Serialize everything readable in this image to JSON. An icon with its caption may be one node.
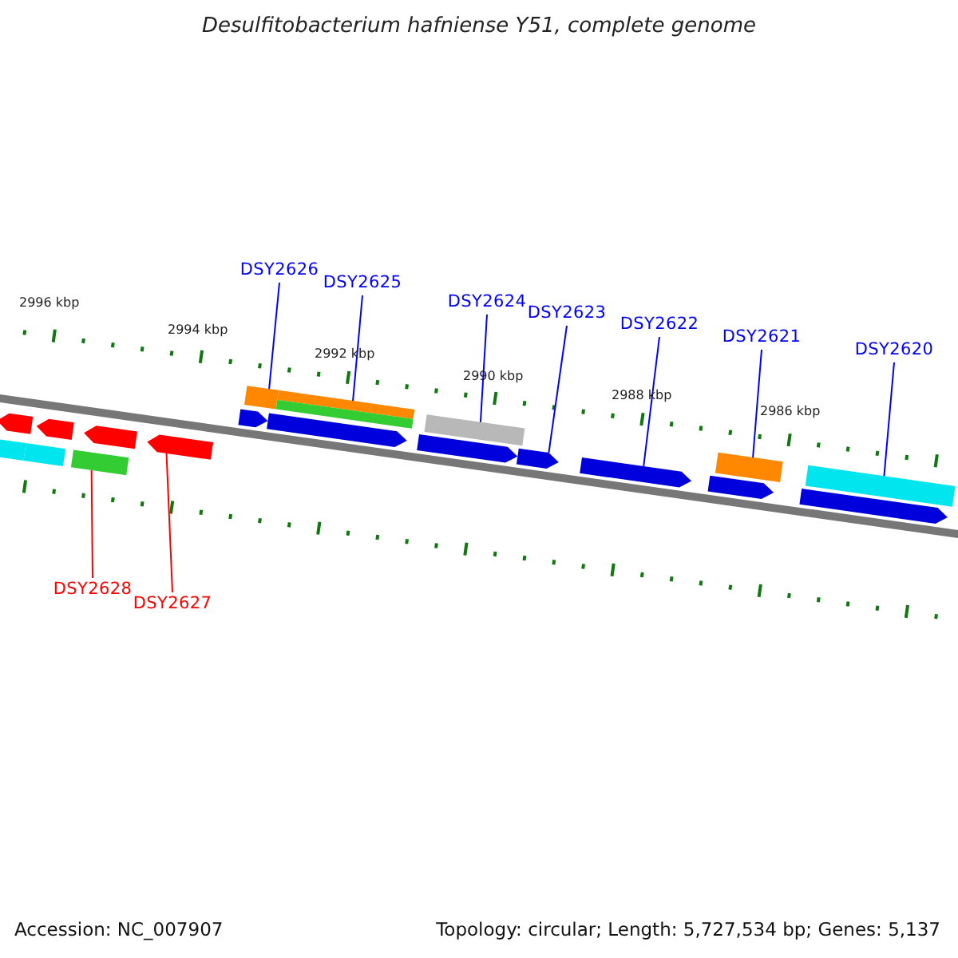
{
  "diagram": {
    "title": "Desulfitobacterium hafniense Y51, complete genome",
    "nodes": [
      {
        "text": [
          "DSY2626"
        ]
      },
      {
        "text": [
          "DSY2625"
        ]
      },
      {
        "text": [
          "DSY2624"
        ]
      },
      {
        "text": [
          "DSY2623"
        ]
      },
      {
        "text": [
          "DSY2622"
        ]
      },
      {
        "text": [
          "DSY2621"
        ]
      },
      {
        "text": [
          "DSY2620"
        ]
      },
      {
        "text": [
          "DSY2628"
        ]
      },
      {
        "text": [
          "DSY2627"
        ]
      },
      {
        "text": [],
        "shape": "bar"
      },
      {
        "text": [],
        "shape": "pentagon"
      },
      {
        "text": [],
        "shape": "bar"
      },
      {
        "text": [],
        "shape": "pentagon"
      },
      {
        "text": [],
        "shape": "bar"
      },
      {
        "text": [],
        "shape": "pentagon"
      },
      {
        "text": [],
        "shape": "pentagon"
      },
      {
        "text": [],
        "shape": "pentagon"
      },
      {
        "text": [],
        "shape": "bar"
      },
      {
        "text": [],
        "shape": "pentagon"
      },
      {
        "text": [],
        "shape": "bar"
      },
      {
        "text": [],
        "shape": "bar"
      },
      {
        "text": [],
        "shape": "pentagon"
      },
      {
        "text": [],
        "shape": "bar"
      },
      {
        "text": [],
        "shape": "pentagon"
      },
      {
        "text": [],
        "shape": "pentagon"
      },
      {
        "text": [],
        "shape": "pentagon"
      },
      {
        "text": [],
        "shape": "bar"
      },
      {
        "text": [],
        "shape": "pentagon"
      },
      {
        "text": [],
        "shape": "bar"
      }
    ],
    "edges": [
      {
        "from": 0,
        "to": 17,
        "arrow": "none"
      },
      {
        "from": 1,
        "to": 19,
        "arrow": "none"
      },
      {
        "from": 2,
        "to": 22,
        "arrow": "none"
      },
      {
        "from": 3,
        "to": 23,
        "arrow": "none"
      },
      {
        "from": 4,
        "to": 24,
        "arrow": "none"
      },
      {
        "from": 5,
        "to": 26,
        "arrow": "none"
      },
      {
        "from": 6,
        "to": 28,
        "arrow": "none"
      },
      {
        "from": 7,
        "to": 13,
        "arrow": "none",
        "color": "#ff0000"
      },
      {
        "from": 8,
        "to": 15,
        "arrow": "none",
        "color": "#ff0000"
      }
    ],
    "labels": [
      "2996 kbp",
      "2994 kbp",
      "2992 kbp",
      "2990 kbp",
      "2988 kbp",
      "2986 kbp",
      "Accession: NC_007907",
      "Topology: circular; Length: 5,727,534 bp; Genes: 5,137"
    ]
  }
}
